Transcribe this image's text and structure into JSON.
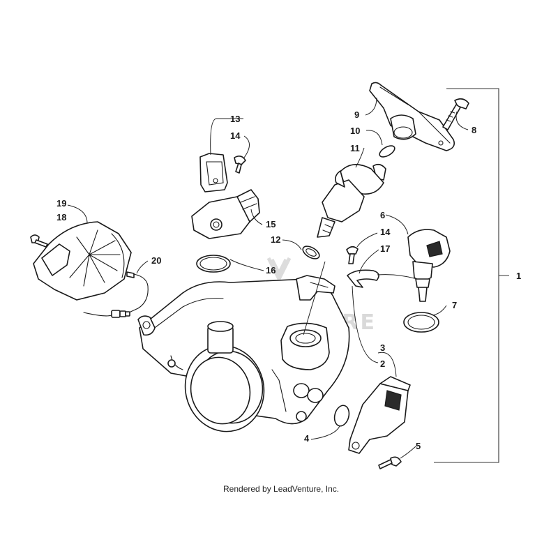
{
  "watermark_text": "LEADVENTURE",
  "credit": "Rendered by LeadVenture, Inc.",
  "callouts": {
    "c1": "1",
    "c2": "2",
    "c3": "3",
    "c4": "4",
    "c5": "5",
    "c6": "6",
    "c7": "7",
    "c8": "8",
    "c9": "9",
    "c10": "10",
    "c11": "11",
    "c12": "12",
    "c13": "13",
    "c14a": "14",
    "c14b": "14",
    "c15": "15",
    "c16": "16",
    "c17": "17",
    "c18": "18",
    "c19": "19",
    "c20": "20"
  }
}
